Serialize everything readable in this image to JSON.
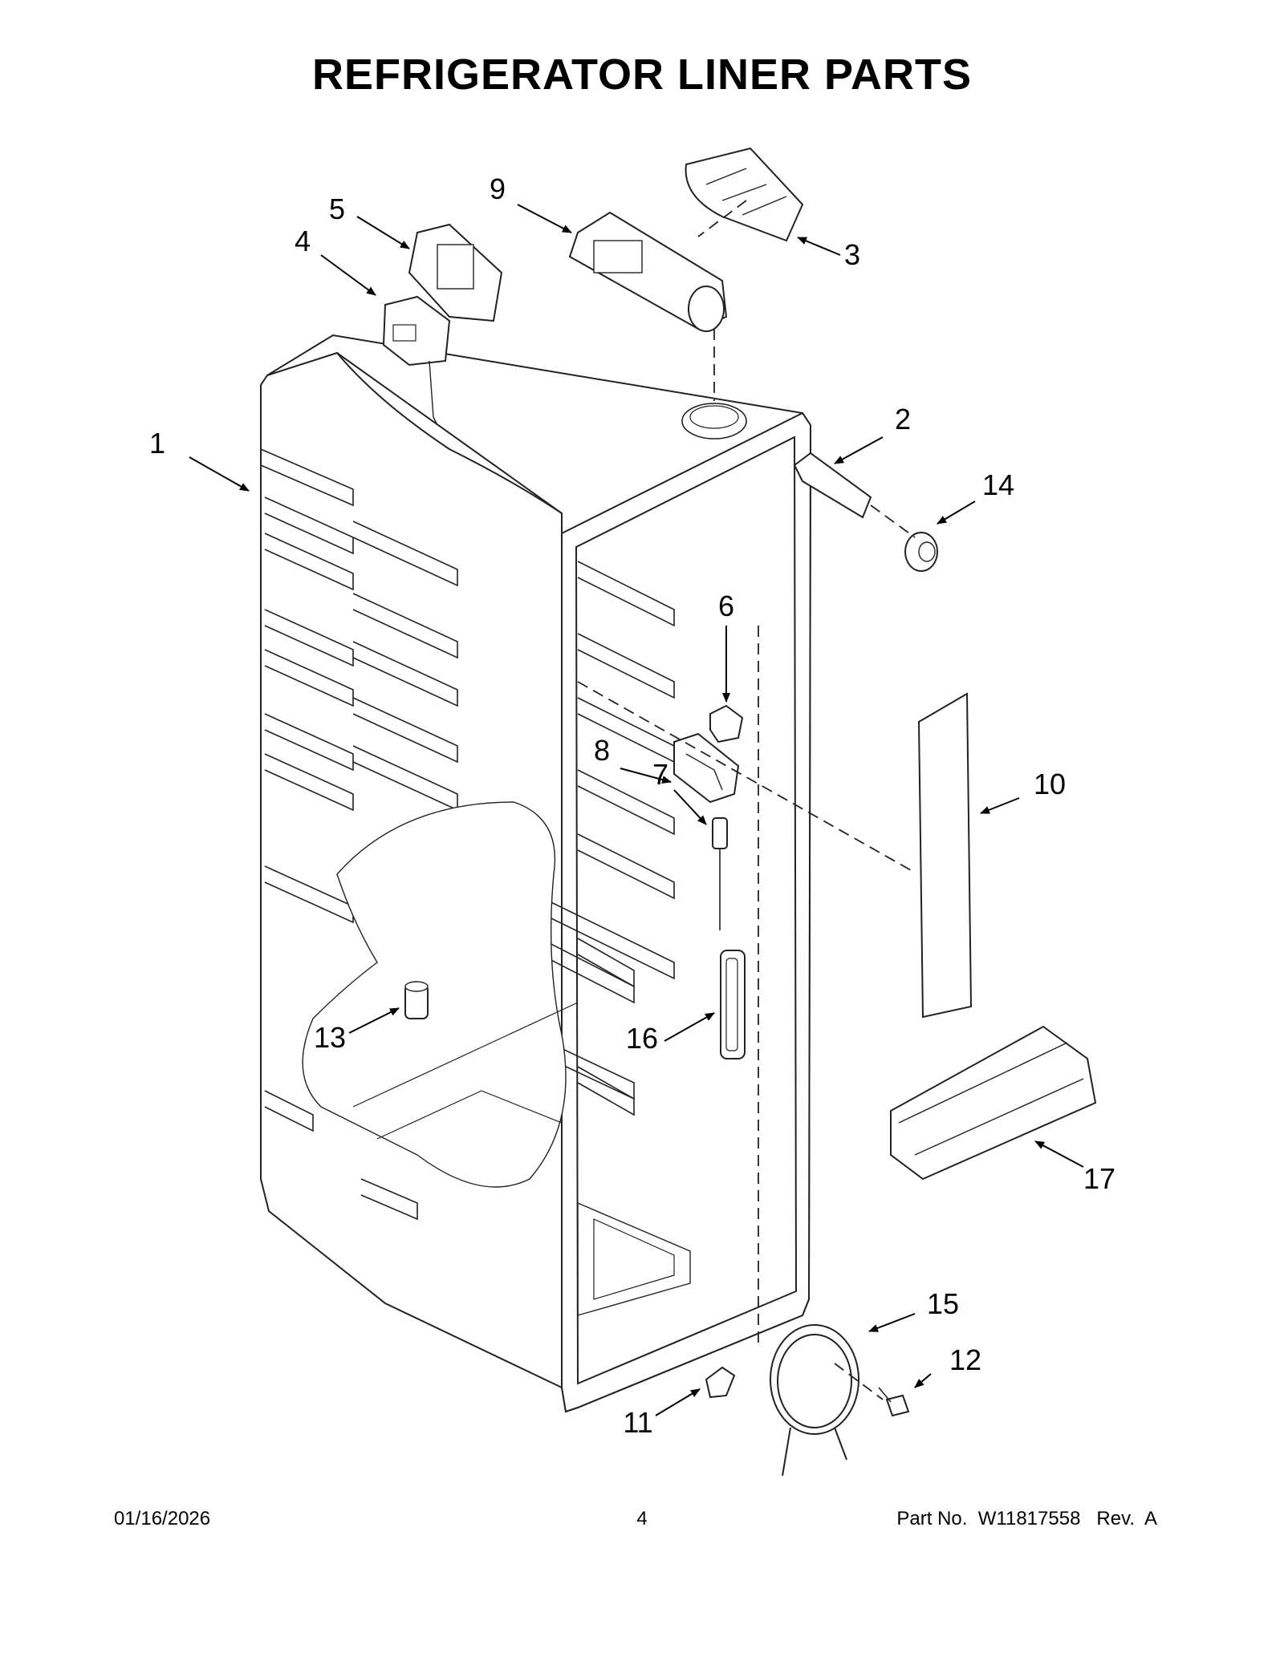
{
  "title": "REFRIGERATOR LINER PARTS",
  "callouts": [
    "1",
    "2",
    "3",
    "4",
    "5",
    "6",
    "7",
    "8",
    "9",
    "10",
    "11",
    "12",
    "13",
    "14",
    "15",
    "16",
    "17"
  ],
  "footer": {
    "date": "01/16/2026",
    "page": "4",
    "part_number": "Part No.  W11817558   Rev.  A"
  }
}
